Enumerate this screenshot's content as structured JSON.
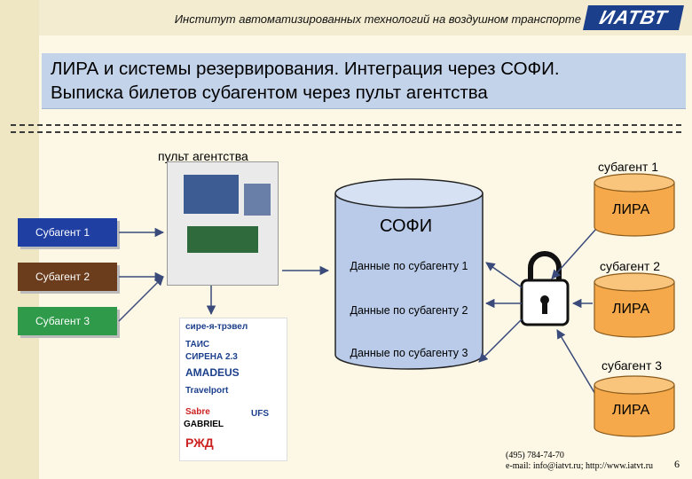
{
  "header": {
    "institute": "Институт автоматизированных технологий на воздушном транспорте",
    "logo": "ИАТВТ"
  },
  "title": {
    "line1": "ЛИРА и системы резервирования. Интеграция через СОФИ.",
    "line2": "Выписка билетов субагентом через пульт агентства"
  },
  "diagram": {
    "console_label": "пульт агентства",
    "subagents": [
      {
        "label": "Субагент 1",
        "color": "#1f3fa3"
      },
      {
        "label": "Субагент 2",
        "color": "#6b3d1c"
      },
      {
        "label": "Субагент 3",
        "color": "#2f9a4a"
      }
    ],
    "sofi": {
      "title": "СОФИ",
      "rows": [
        "Данные по субагенту 1",
        "Данные по субагенту 2",
        "Данные по субагенту 3"
      ]
    },
    "lira_nodes": [
      {
        "caption": "субагент 1",
        "name": "ЛИРА"
      },
      {
        "caption": "субагент 2",
        "name": "ЛИРА"
      },
      {
        "caption": "субагент 3",
        "name": "ЛИРА"
      }
    ],
    "brands": [
      "сире-я-трэвел",
      "ТАИС",
      "СИРЕНА 2.3",
      "AMADEUS",
      "Travelport",
      "Sabre",
      "UFS",
      "GABRIEL",
      "РЖД"
    ]
  },
  "footer": {
    "phone": "(495) 784-74-70",
    "contacts": "e-mail: info@iatvt.ru; http://www.iatvt.ru",
    "page": "6"
  },
  "colors": {
    "lira_fill": "#f5a94a",
    "sofi_fill": "#b9cbe8",
    "title_bg": "#c3d3ea"
  }
}
